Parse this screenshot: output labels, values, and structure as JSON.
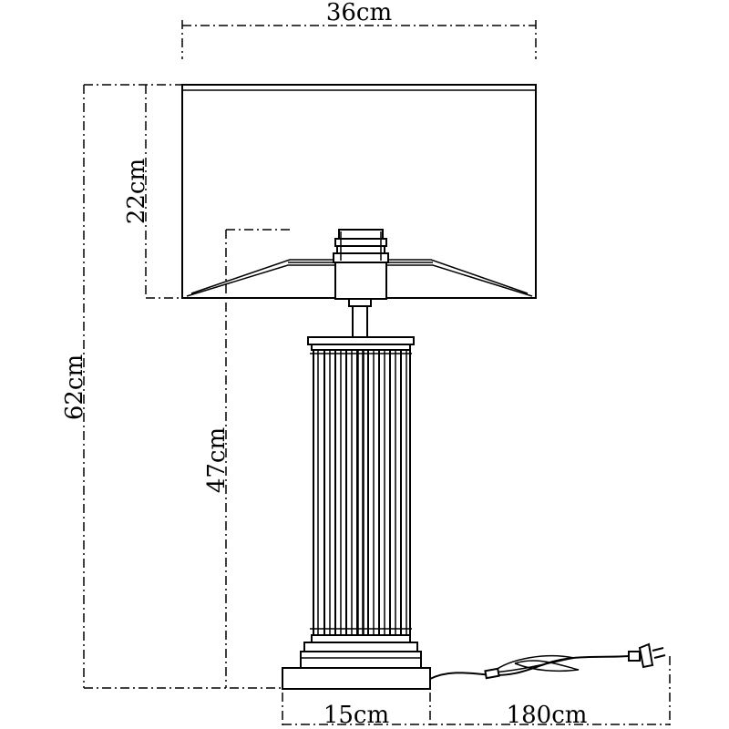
{
  "dimensions": {
    "shade_width": "36cm",
    "shade_height": "22cm",
    "total_height": "62cm",
    "body_height": "47cm",
    "base_width": "15cm",
    "cord_length": "180cm"
  }
}
